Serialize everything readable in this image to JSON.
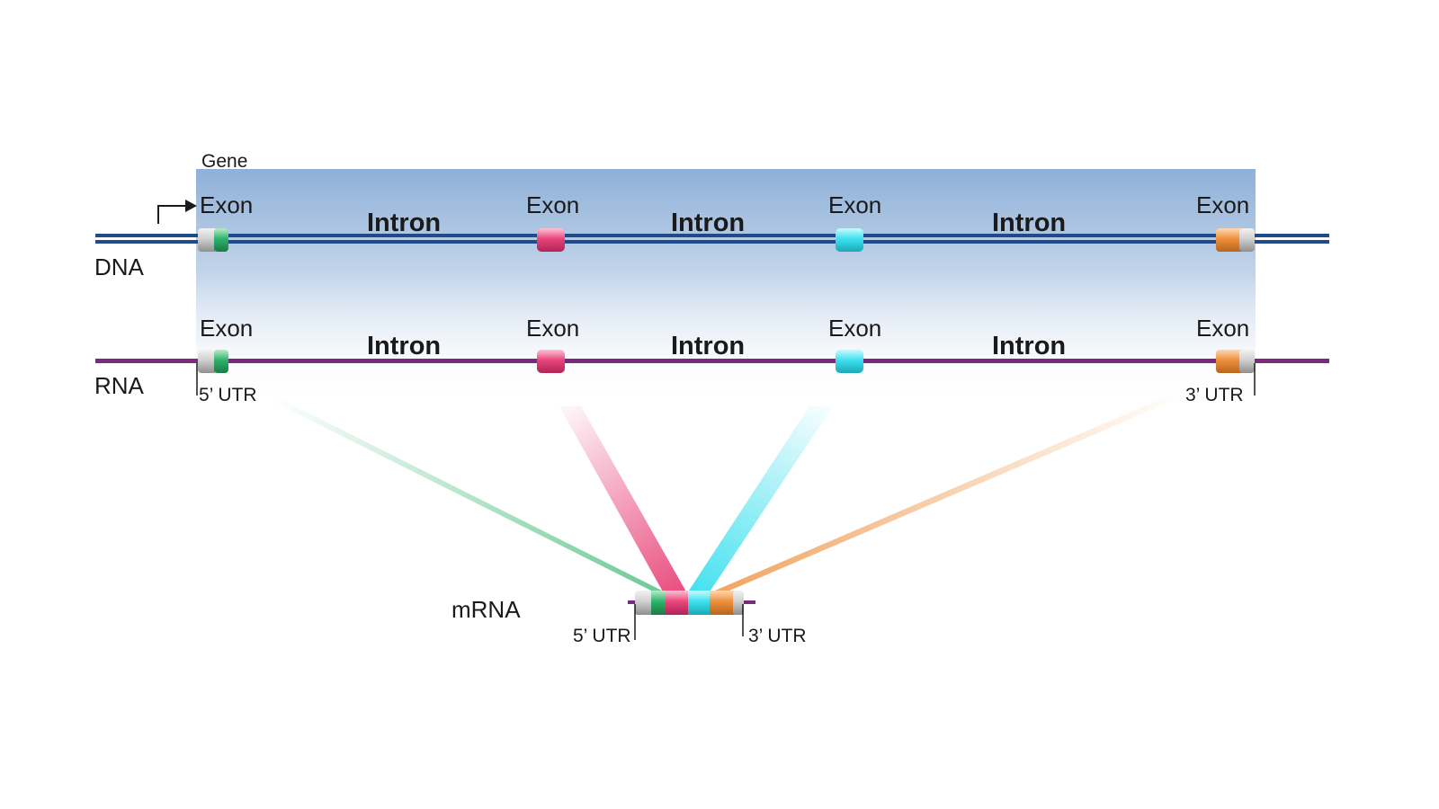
{
  "diagram": {
    "gene_label": "Gene",
    "dna_label": "DNA",
    "rna_label": "RNA",
    "mrna_label": "mRNA",
    "exon_label": "Exon",
    "intron_label": "Intron",
    "utr5_label": "5’ UTR",
    "utr3_label": "3’ UTR",
    "exons": [
      {
        "label": "Exon",
        "color": "#2db36a"
      },
      {
        "label": "Exon",
        "color": "#e8457a"
      },
      {
        "label": "Exon",
        "color": "#3ee0ee"
      },
      {
        "label": "Exon",
        "color": "#ee8f3c"
      }
    ],
    "dna_introns": [
      "Intron",
      "Intron",
      "Intron"
    ],
    "rna_introns": [
      "Intron",
      "Intron",
      "Intron"
    ],
    "mrna": {
      "utr5": "5’ UTR",
      "utr3": "3’ UTR"
    }
  },
  "colors": {
    "dna_strand": "#1f4a8c",
    "rna_strand": "#7a2a7c",
    "gene_box_top": "#8fb0d8",
    "exon_green": "#2db36a",
    "exon_pink": "#e8457a",
    "exon_cyan": "#3ee0ee",
    "exon_orange": "#ee8f3c"
  }
}
